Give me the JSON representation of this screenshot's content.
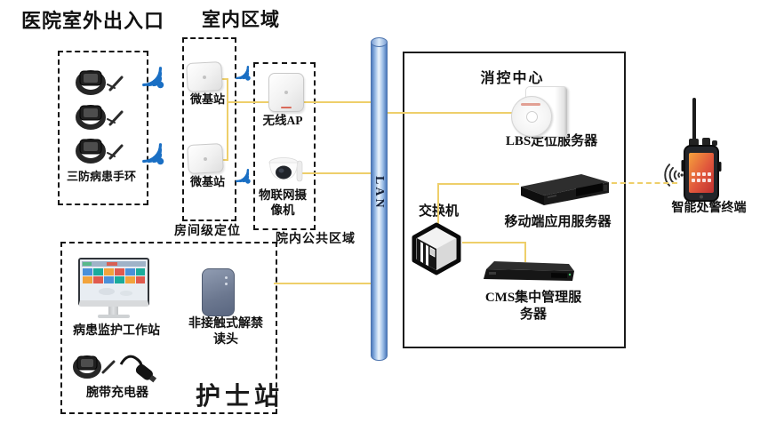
{
  "headers": {
    "outdoor_entrance": "医院室外出入口",
    "indoor_area": "室内区域"
  },
  "wristband_zone": {
    "label": "三防病患手环"
  },
  "micro_zone": {
    "station_top": "微基站",
    "station_bottom": "微基站",
    "caption": "房间级定位"
  },
  "public_zone": {
    "wireless_ap": "无线AP",
    "iot_camera": "物联网摄\n像机",
    "caption": "院内公共区域"
  },
  "nurse_station": {
    "workstation": "病患监护工作站",
    "reader": "非接触式解禁\n读头",
    "charger": "腕带充电器",
    "title": "护士站"
  },
  "lan_bus": {
    "label": "LAN"
  },
  "control_center": {
    "title": "消控中心",
    "lbs_server": "LBS定位服务器",
    "switch": "交换机",
    "mobile_app_server": "移动端应用服务器",
    "cms_server": "CMS集中管理服\n务器"
  },
  "alarm_terminal": {
    "label": "智能处警终端"
  },
  "colors": {
    "connection_line": "#eecf6a",
    "wifi_blue": "#1a6fc4",
    "lan_blue": "#4d7bbd",
    "box_border": "#141414"
  }
}
